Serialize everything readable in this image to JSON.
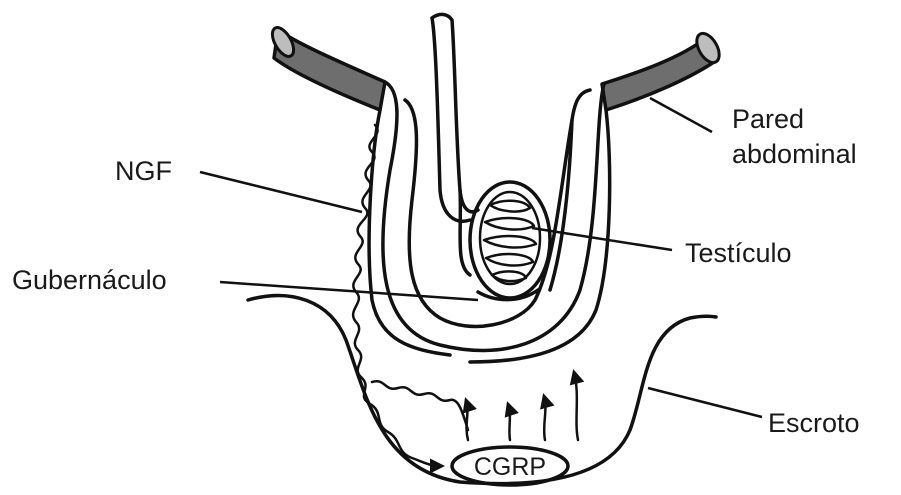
{
  "labels": {
    "ngf": "NGF",
    "pared_line1": "Pared",
    "pared_line2": "abdominal",
    "testiculo": "Testículo",
    "gubernaculo": "Gubernáculo",
    "escroto": "Escroto",
    "cgrp": "CGRP"
  },
  "colors": {
    "ink": "#111111",
    "abdominal_wall": "#6e6e6e",
    "background": "#ffffff"
  }
}
